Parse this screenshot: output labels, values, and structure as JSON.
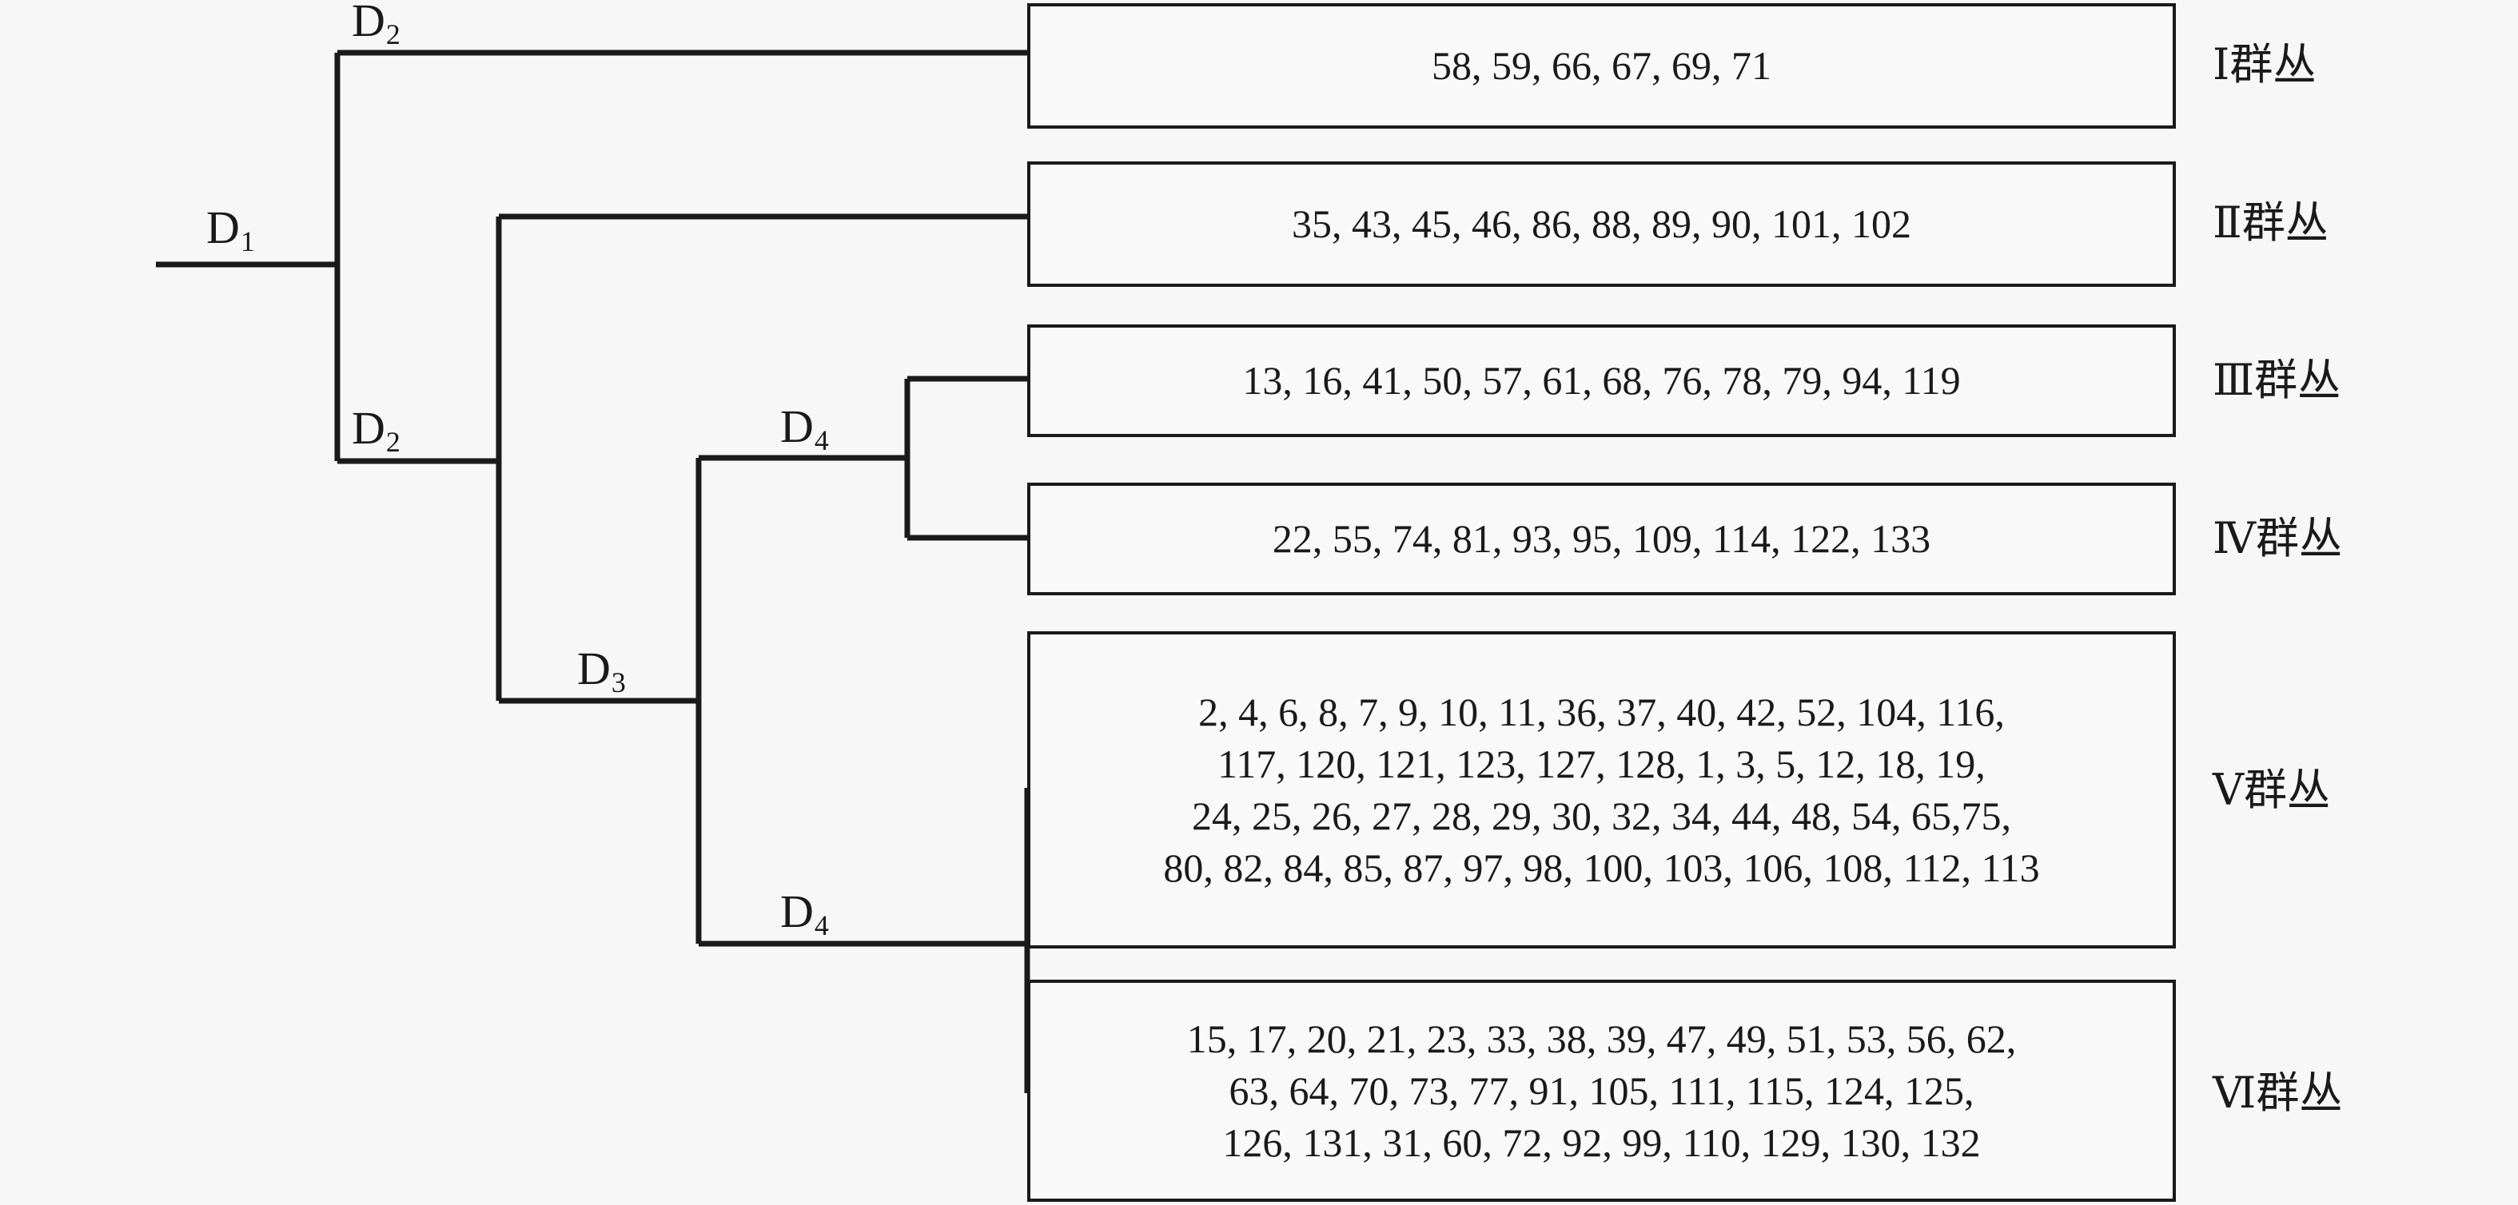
{
  "diagram": {
    "type": "dendrogram",
    "title": "",
    "background_color": "#f7f7f7",
    "line_color": "#1a1a1a",
    "box_border_color": "#1a1a1a",
    "box_fill_color": "#f9f9f9"
  },
  "nodes": [
    {
      "id": "d1",
      "base": "D",
      "sub": "1",
      "label": "D1"
    },
    {
      "id": "d2_upper",
      "base": "D",
      "sub": "2",
      "label": "D2"
    },
    {
      "id": "d2_lower",
      "base": "D",
      "sub": "2",
      "label": "D2"
    },
    {
      "id": "d3",
      "base": "D",
      "sub": "3",
      "label": "D3"
    },
    {
      "id": "d4_upper",
      "base": "D",
      "sub": "4",
      "label": "D4"
    },
    {
      "id": "d4_lower",
      "base": "D",
      "sub": "4",
      "label": "D4"
    }
  ],
  "clusters": [
    {
      "id": "cluster-1",
      "name": "Ⅰ群丛",
      "roman": "Ⅰ",
      "members_text": "58, 59, 66, 67, 69, 71",
      "members": [
        58,
        59,
        66,
        67,
        69,
        71
      ]
    },
    {
      "id": "cluster-2",
      "name": "Ⅱ群丛",
      "roman": "Ⅱ",
      "members_text": "35, 43, 45, 46, 86, 88, 89, 90, 101, 102",
      "members": [
        35,
        43,
        45,
        46,
        86,
        88,
        89,
        90,
        101,
        102
      ]
    },
    {
      "id": "cluster-3",
      "name": "Ⅲ群丛",
      "roman": "Ⅲ",
      "members_text": "13, 16, 41, 50, 57, 61, 68, 76, 78, 79, 94, 119",
      "members": [
        13,
        16,
        41,
        50,
        57,
        61,
        68,
        76,
        78,
        79,
        94,
        119
      ]
    },
    {
      "id": "cluster-4",
      "name": "Ⅳ群丛",
      "roman": "Ⅳ",
      "members_text": "22, 55, 74, 81, 93, 95, 109, 114, 122, 133",
      "members": [
        22,
        55,
        74,
        81,
        93,
        95,
        109,
        114,
        122,
        133
      ]
    },
    {
      "id": "cluster-5",
      "name": "Ⅴ群丛",
      "roman": "Ⅴ",
      "members_text": "2, 4, 6, 8, 7, 9, 10, 11, 36, 37, 40, 42, 52, 104, 116,\n117, 120, 121, 123, 127, 128, 1, 3, 5, 12, 18, 19,\n24, 25, 26, 27, 28, 29, 30, 32, 34, 44, 48, 54, 65,75,\n80, 82, 84, 85, 87, 97, 98, 100, 103, 106, 108, 112, 113",
      "members": [
        2,
        4,
        6,
        8,
        7,
        9,
        10,
        11,
        36,
        37,
        40,
        42,
        52,
        104,
        116,
        117,
        120,
        121,
        123,
        127,
        128,
        1,
        3,
        5,
        12,
        18,
        19,
        24,
        25,
        26,
        27,
        28,
        29,
        30,
        32,
        34,
        44,
        48,
        54,
        65,
        75,
        80,
        82,
        84,
        85,
        87,
        97,
        98,
        100,
        103,
        106,
        108,
        112,
        113
      ]
    },
    {
      "id": "cluster-6",
      "name": "Ⅵ群丛",
      "roman": "Ⅵ",
      "members_text": "15, 17, 20, 21, 23, 33, 38, 39, 47, 49, 51, 53, 56, 62,\n63, 64, 70, 73, 77, 91, 105, 111, 115, 124, 125,\n126, 131, 31, 60, 72, 92, 99, 110, 129, 130, 132",
      "members": [
        15,
        17,
        20,
        21,
        23,
        33,
        38,
        39,
        47,
        49,
        51,
        53,
        56,
        62,
        63,
        64,
        70,
        73,
        77,
        91,
        105,
        111,
        115,
        124,
        125,
        126,
        131,
        31,
        60,
        72,
        92,
        99,
        110,
        129,
        130,
        132
      ]
    }
  ]
}
